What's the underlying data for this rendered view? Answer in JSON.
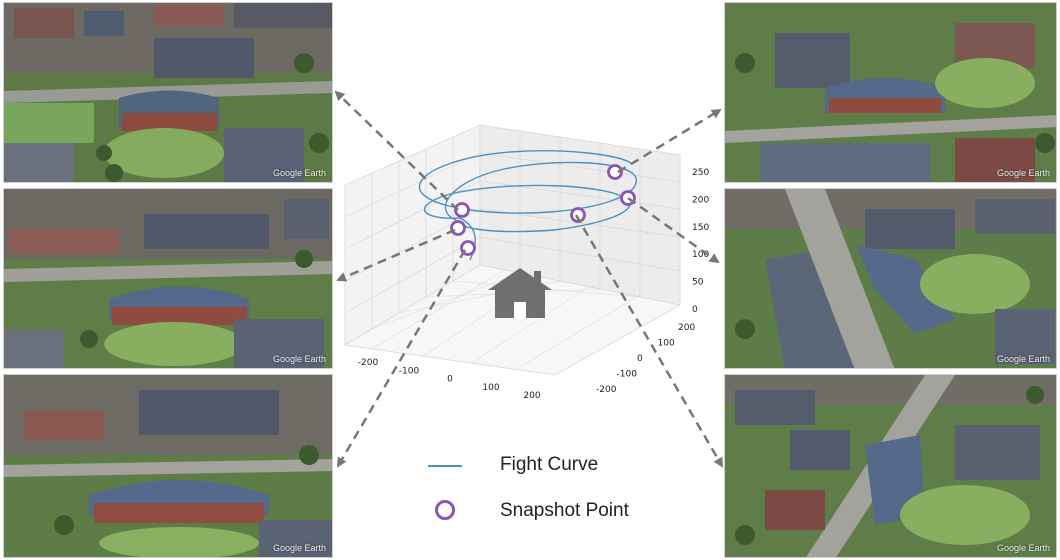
{
  "watermark": "Google Earth",
  "photos": [
    {
      "id": "left-top"
    },
    {
      "id": "left-middle"
    },
    {
      "id": "left-bottom"
    },
    {
      "id": "right-top"
    },
    {
      "id": "right-middle"
    },
    {
      "id": "right-bottom"
    }
  ],
  "plot": {
    "x_ticks": [
      "-200",
      "-100",
      "0",
      "100",
      "200"
    ],
    "y_ticks": [
      "200",
      "100",
      "0",
      "-100",
      "-200"
    ],
    "z_ticks": [
      "250",
      "200",
      "150",
      "100",
      "50",
      "0"
    ],
    "center_icon": "home-icon",
    "curve_color": "#4a90c8",
    "snapshot_color": "#8b55b0"
  },
  "legend": {
    "curve_label": "Fight Curve",
    "snapshot_label": "Snapshot Point"
  },
  "colors": {
    "arrow": "#777777",
    "house": "#6f6f6f"
  }
}
